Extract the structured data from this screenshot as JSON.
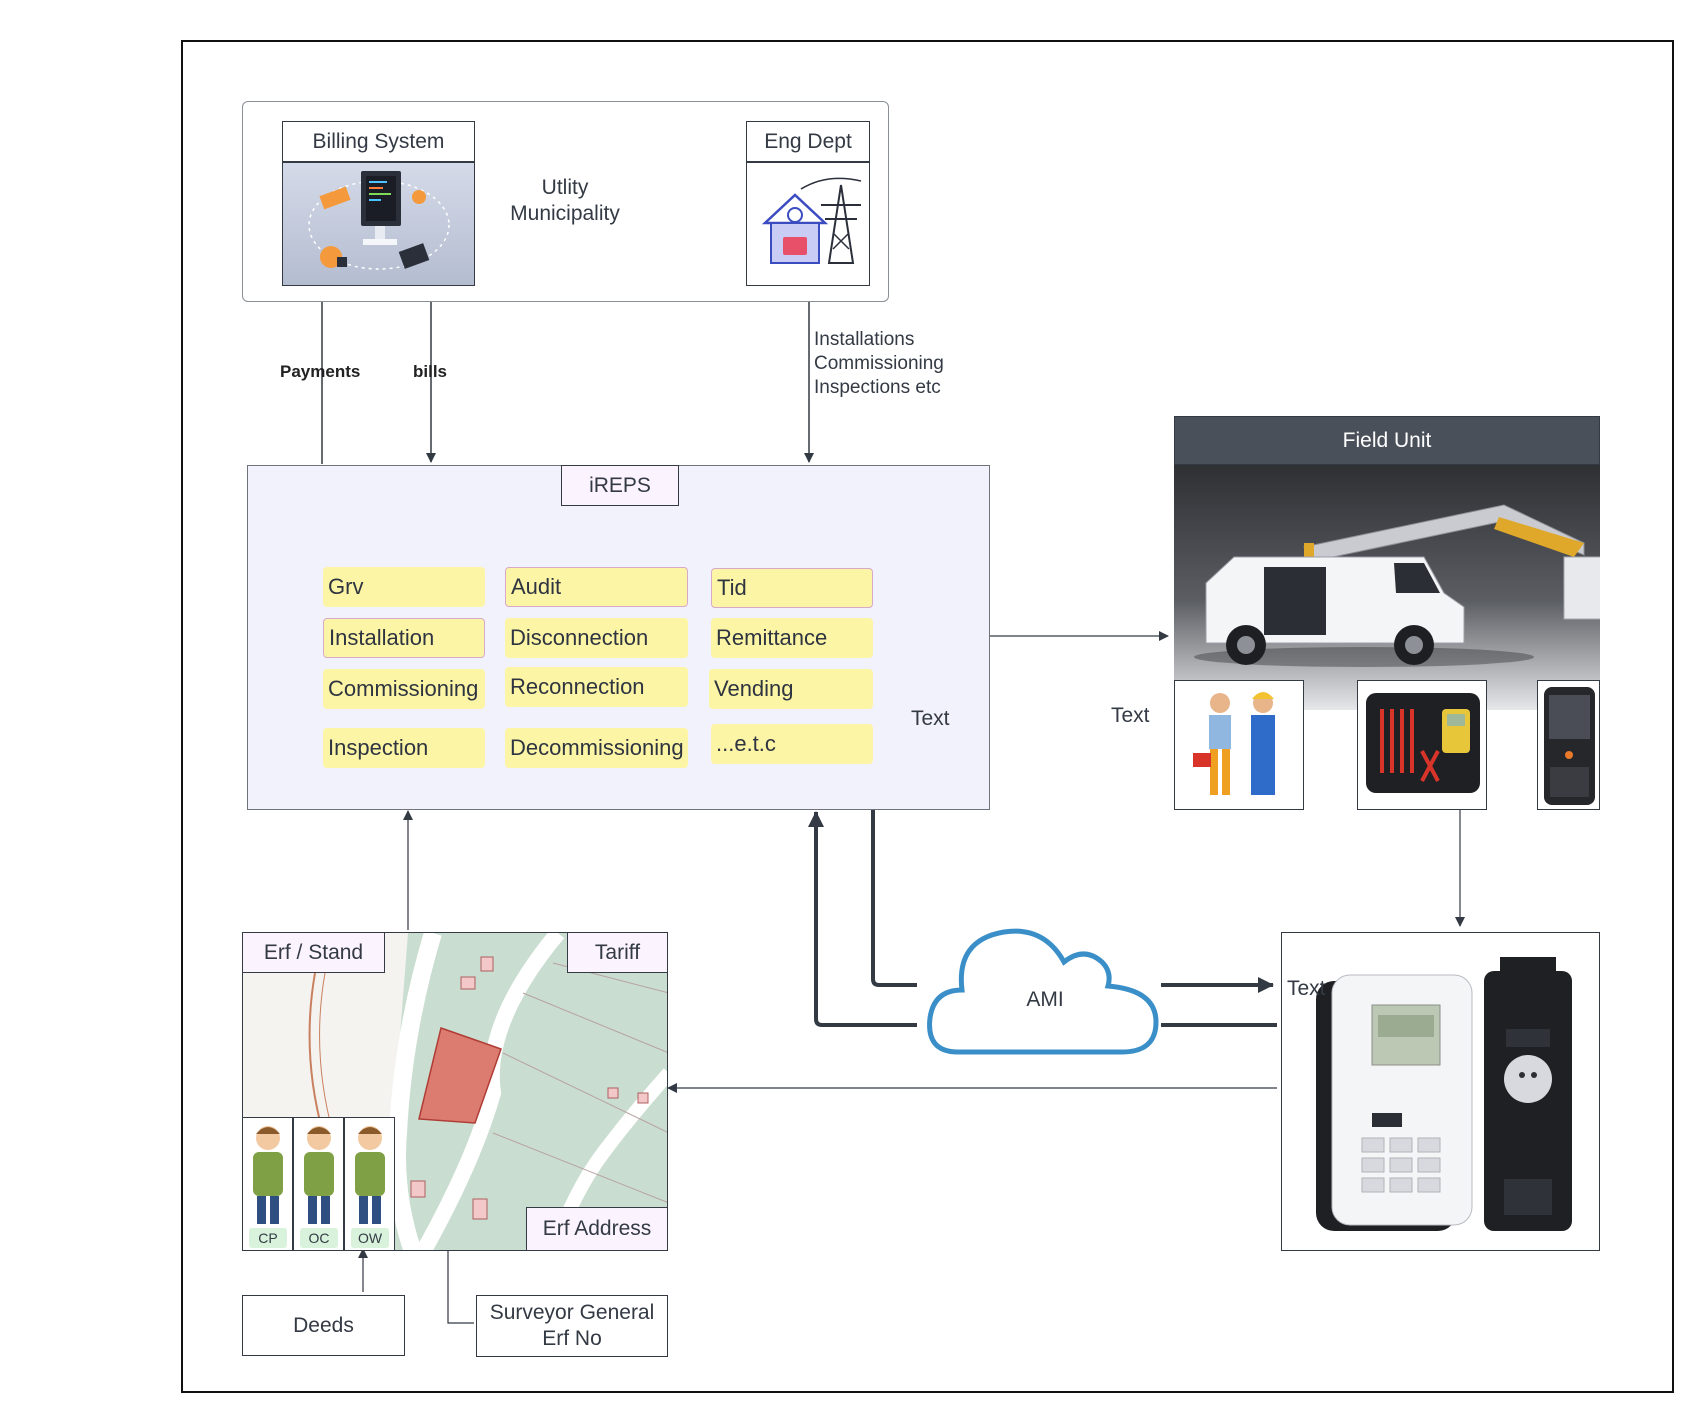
{
  "utility": {
    "billing_title": "Billing System",
    "eng_title": "Eng Dept",
    "center_line1": "Utlity",
    "center_line2": "Municipality"
  },
  "edges": {
    "payments": "Payments",
    "bills": "bills",
    "eng_line1": "Installations",
    "eng_line2": "Commissioning",
    "eng_line3": "Inspections etc"
  },
  "ireps": {
    "title": "iREPS",
    "text": "Text",
    "items": [
      "Grv",
      "Audit",
      "Tid",
      "Installation",
      "Disconnection",
      "Remittance",
      "Commissioning",
      "Reconnection",
      "Vending",
      "Inspection",
      "Decommissioning",
      "...e.t.c"
    ]
  },
  "field_unit": {
    "title": "Field Unit",
    "side_text": "Text"
  },
  "ami": {
    "label": "AMI"
  },
  "meter": {
    "text": "Text"
  },
  "erf": {
    "title": "Erf / Stand",
    "tariff": "Tariff",
    "address": "Erf Address",
    "persons": [
      "CP",
      "OC",
      "OW"
    ]
  },
  "deeds": {
    "label": "Deeds"
  },
  "surveyor": {
    "line1": "Surveyor General",
    "line2": "Erf No"
  },
  "colors": {
    "ireps_fill": "#f2f2fd",
    "sticky": "#fdf5a6",
    "field_header": "#4a505a",
    "cloud": "#3b8fc8",
    "connector": "#333a44"
  }
}
